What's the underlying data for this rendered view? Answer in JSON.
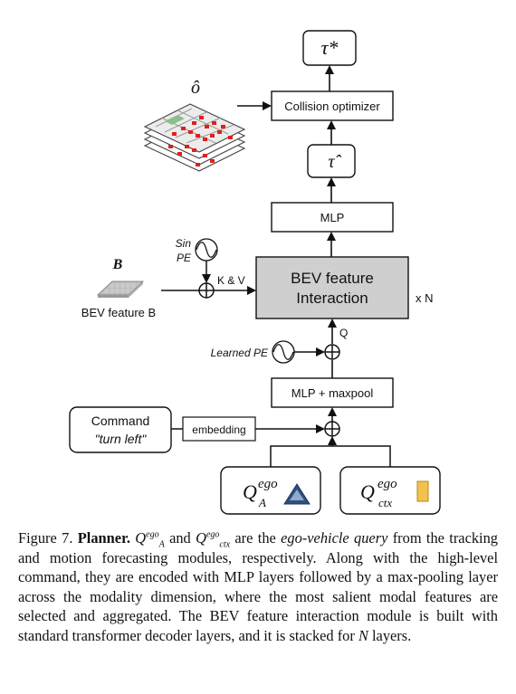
{
  "diagram": {
    "tau_star": "τ*",
    "o_hat": "ô",
    "collision_optimizer": "Collision optimizer",
    "tau_hat": "τ̂",
    "mlp_top": "MLP",
    "sin": "Sin",
    "pe": "PE",
    "b_label": "B",
    "bev_feature_label": "BEV feature B",
    "kv": "K & V",
    "interaction_line1": "BEV feature",
    "interaction_line2": "Interaction",
    "xn": "x N",
    "q": "Q",
    "learned_pe": "Learned PE",
    "mlp_maxpool": "MLP + maxpool",
    "command": "Command",
    "turn_left": "\"turn left\"",
    "embedding": "embedding",
    "q_a_main": "Q",
    "q_a_sup": "ego",
    "q_a_sub": "A",
    "q_ctx_main": "Q",
    "q_ctx_sup": "ego",
    "q_ctx_sub": "ctx",
    "colors": {
      "interaction_fill": "#cfcfcf",
      "triangle_fill": "#2f4f7f",
      "ctx_fill": "#f2c14e",
      "map_red": "#e0201c"
    }
  },
  "caption": {
    "prefix": "Figure 7.",
    "bold": "Planner.",
    "q": "Q",
    "sup": "ego",
    "sub_a": "A",
    "sub_ctx": "ctx",
    "and": "and",
    "are_the": "are the",
    "italic": "ego-vehicle query",
    "rest": "from the tracking and motion forecasting modules, respectively. Along with the high-level command, they are encoded with MLP layers followed by a max-pooling layer across the modality dimension, where the most salient modal features are selected and aggregated. The BEV feature interaction module is built with standard transformer decoder layers, and it is stacked for",
    "n": "N",
    "end": "layers."
  }
}
